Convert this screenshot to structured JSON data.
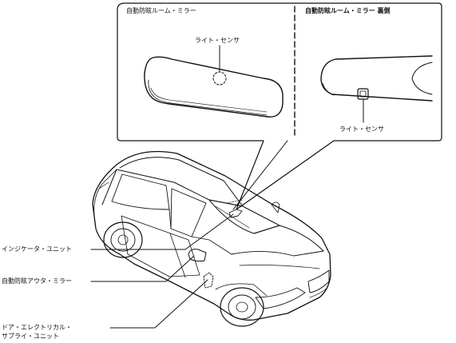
{
  "inset": {
    "left_panel_title": "自動防眩ルーム・ミラー",
    "right_panel_title": "自動防眩ルーム・ミラー 裏側",
    "front_sensor_label": "ライト・センサ",
    "back_sensor_label": "ライト・センサ"
  },
  "callouts": {
    "indicator_unit": "インジケータ・ユニット",
    "outside_mirror": "自動防眩アウタ・ミラー",
    "door_supply_line1": "ドア・エレクトリカル・",
    "door_supply_line2": "サプライ・ユニット"
  },
  "colors": {
    "line": "#111111",
    "panel_bg": "#ffffff"
  }
}
